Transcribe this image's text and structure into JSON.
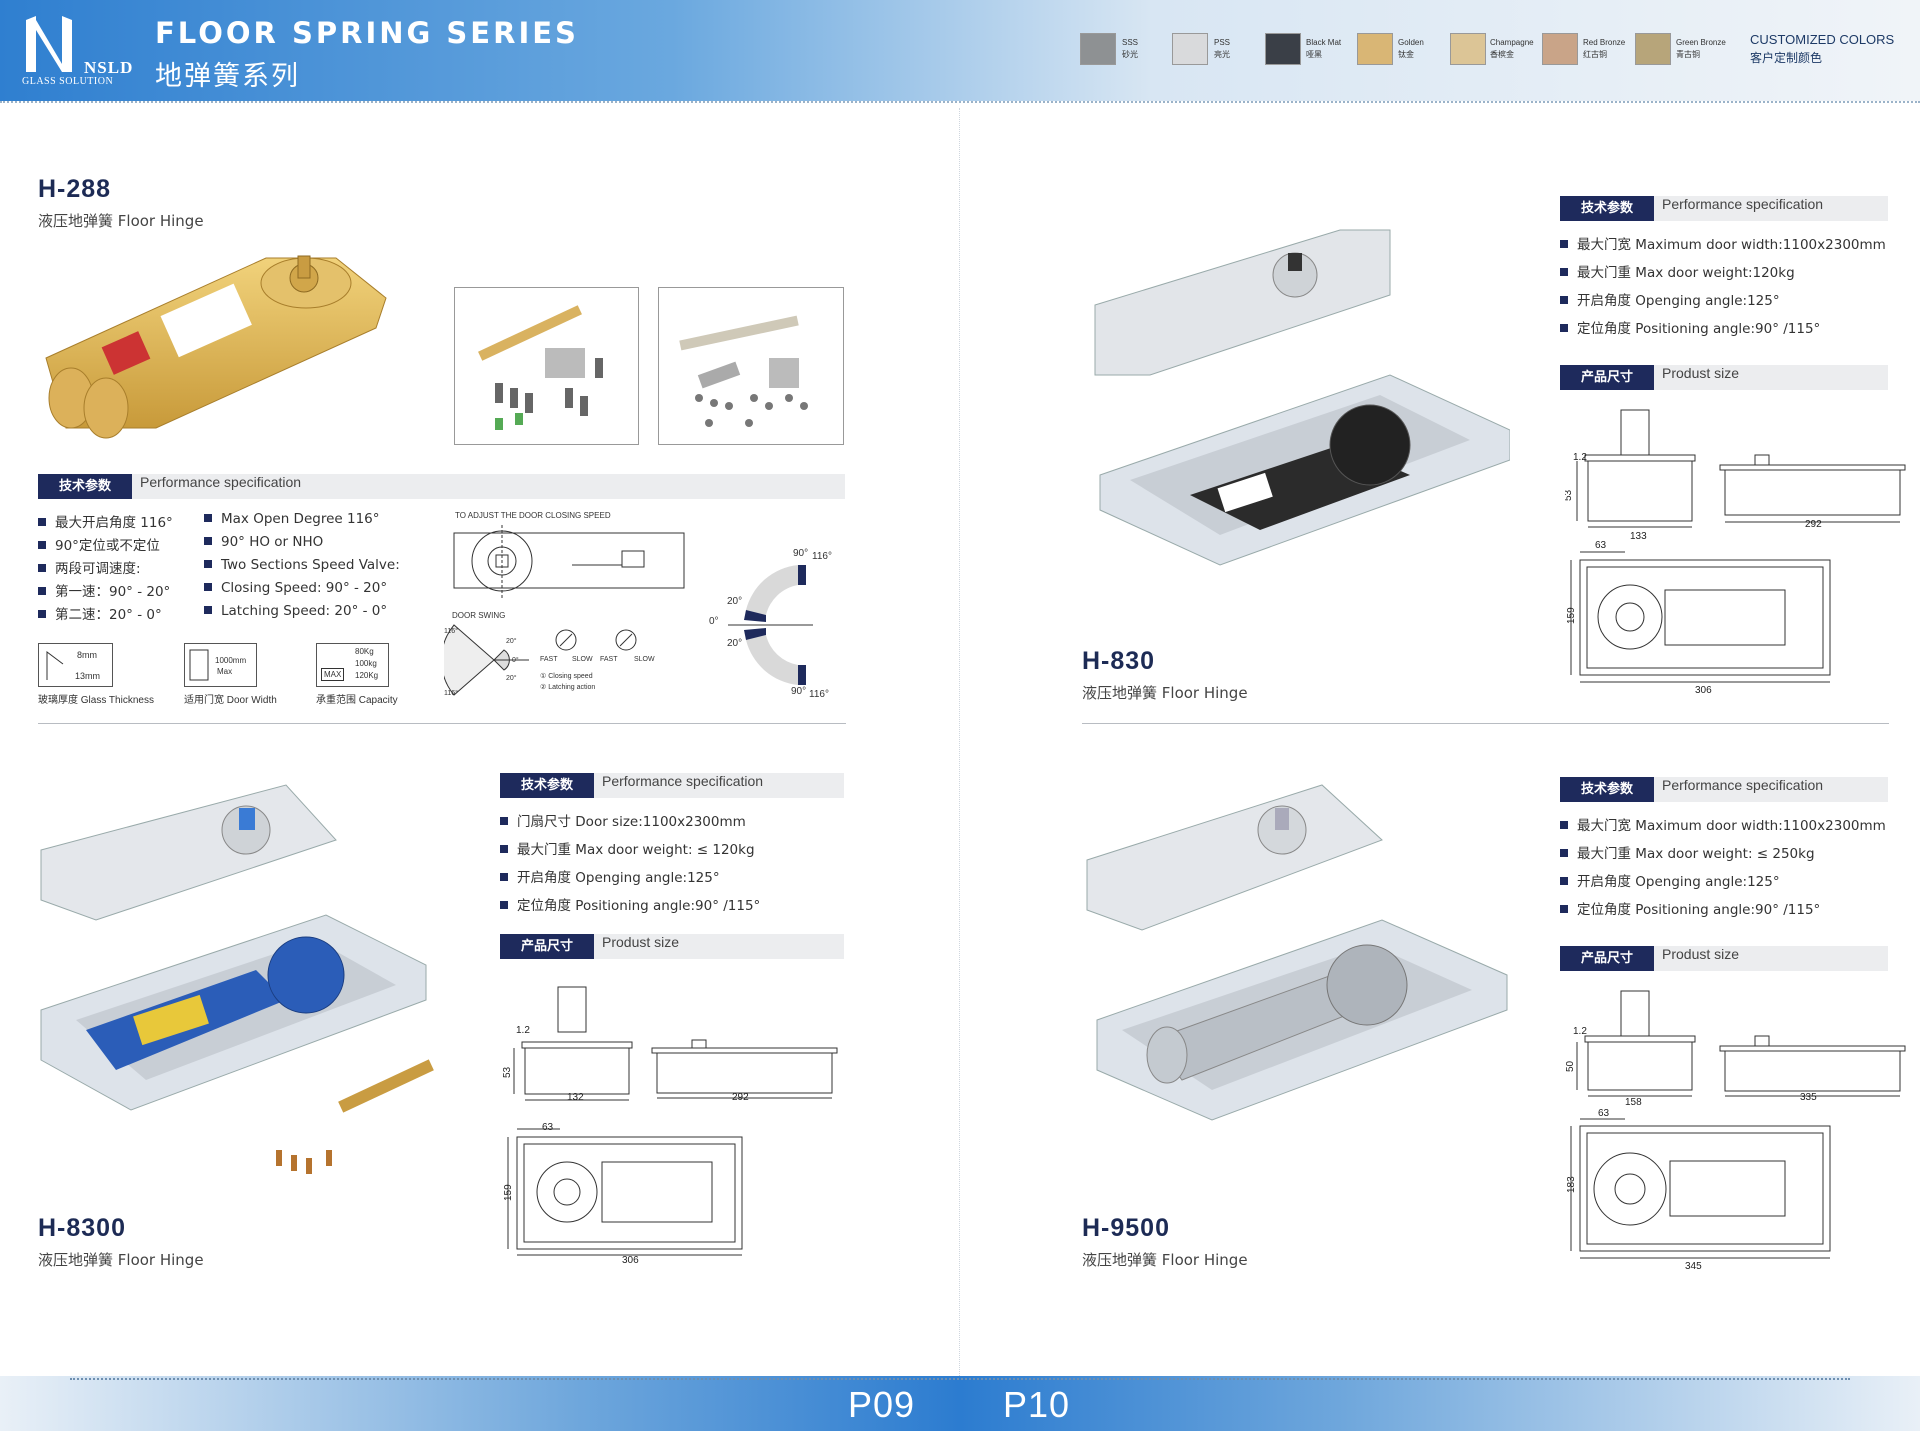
{
  "header": {
    "logo_mark": "N",
    "logo_brand": "NSLD",
    "logo_sub": "GLASS SOLUTION",
    "title_en": "FLOOR SPRING SERIES",
    "title_cn": "地弹簧系列",
    "swatches": [
      {
        "en": "SSS",
        "cn": "砂光",
        "color": "#8e9193"
      },
      {
        "en": "PSS",
        "cn": "亮光",
        "color": "#d9dadc"
      },
      {
        "en": "Black Mat",
        "cn": "哑黑",
        "color": "#3a3f47"
      },
      {
        "en": "Golden",
        "cn": "钛金",
        "color": "#d9b675"
      },
      {
        "en": "Champagne",
        "cn": "香槟金",
        "color": "#dcc596"
      },
      {
        "en": "Red Bronze",
        "cn": "红古铜",
        "color": "#c9a488"
      },
      {
        "en": "Green Bronze",
        "cn": "青古铜",
        "color": "#b7a57a"
      }
    ],
    "custom_en": "CUSTOMIZED COLORS",
    "custom_cn": "客户定制颜色"
  },
  "products": {
    "h288": {
      "model": "H-288",
      "subtitle": "液压地弹簧  Floor Hinge",
      "spec_tag": "技术参数",
      "spec_label": "Performance specification",
      "specs_cn": [
        "最大开启角度 116°",
        "90°定位或不定位",
        "两段可调速度:",
        "第一速：90° - 20°",
        "第二速：20° - 0°"
      ],
      "specs_en": [
        "Max Open Degree  116°",
        "90° HO or NHO",
        "Two Sections Speed Valve:",
        "Closing Speed: 90° - 20°",
        "Latching Speed: 20° - 0°"
      ],
      "glass_top": "8mm",
      "glass_bot": "13mm",
      "glass_label": "玻璃厚度 Glass Thickness",
      "door_top": "1000mm",
      "door_bot": "Max",
      "door_label": "适用门宽 Door Width",
      "cap_max": "MAX",
      "cap_vals": [
        "80Kg",
        "100kg",
        "120Kg"
      ],
      "cap_label": "承重范围 Capacity",
      "adjust_title": "TO ADJUST THE DOOR CLOSING SPEED",
      "swing_title": "DOOR SWING",
      "valve_labels": [
        "FAST",
        "SLOW",
        "FAST",
        "SLOW"
      ],
      "valve_notes": [
        "① Closing speed",
        "② Latching action"
      ],
      "angles": [
        "90°",
        "116°",
        "20°",
        "0°",
        "20°",
        "90°",
        "116°"
      ],
      "swing_angles": [
        "116°",
        "20°",
        "0°",
        "20°",
        "116°"
      ]
    },
    "h830": {
      "model": "H-830",
      "subtitle": "液压地弹簧  Floor Hinge",
      "spec_tag": "技术参数",
      "spec_label": "Performance specification",
      "specs": [
        "最大门宽 Maximum door width:1100x2300mm",
        "最大门重 Max door weight:120kg",
        "开启角度 Openging angle:125°",
        "定位角度 Positioning angle:90° /115°"
      ],
      "size_tag": "产品尺寸",
      "size_label": "Produst size",
      "dims": {
        "t": "1.2",
        "h": "53",
        "w": "133",
        "l": "292",
        "a": "63",
        "d": "159",
        "L": "306"
      }
    },
    "h8300": {
      "model": "H-8300",
      "subtitle": "液压地弹簧  Floor Hinge",
      "spec_tag": "技术参数",
      "spec_label": "Performance specification",
      "specs": [
        "门扇尺寸 Door size:1100x2300mm",
        "最大门重 Max door weight: ≤ 120kg",
        "开启角度 Openging angle:125°",
        "定位角度 Positioning angle:90° /115°"
      ],
      "size_tag": "产品尺寸",
      "size_label": "Produst size",
      "dims": {
        "t": "1.2",
        "h": "53",
        "w": "132",
        "l": "292",
        "a": "63",
        "d": "159",
        "L": "306"
      }
    },
    "h9500": {
      "model": "H-9500",
      "subtitle": "液压地弹簧  Floor Hinge",
      "spec_tag": "技术参数",
      "spec_label": "Performance specification",
      "specs": [
        "最大门宽 Maximum door width:1100x2300mm",
        "最大门重 Max door weight: ≤ 250kg",
        "开启角度 Openging angle:125°",
        "定位角度 Positioning angle:90° /115°"
      ],
      "size_tag": "产品尺寸",
      "size_label": "Produst size",
      "dims": {
        "t": "1.2",
        "h": "50",
        "w": "158",
        "l": "335",
        "a": "63",
        "d": "183",
        "L": "345"
      }
    }
  },
  "footer": {
    "left_page": "P09",
    "right_page": "P10"
  }
}
